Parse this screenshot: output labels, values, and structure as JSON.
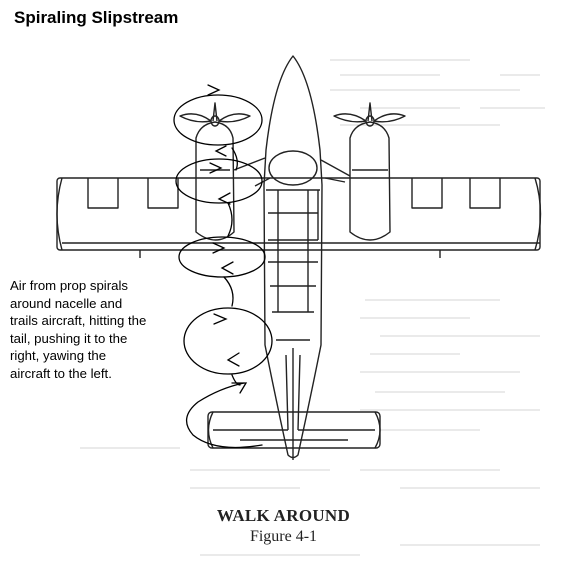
{
  "title": "Spiraling Slipstream",
  "note_lines": [
    "Air from prop spirals",
    "around nacelle and",
    "trails aircraft, hitting the",
    "tail, pushing it to the",
    "right, yawing the",
    "aircraft to the left."
  ],
  "caption": {
    "title": "WALK AROUND",
    "subtitle": "Figure 4-1"
  }
}
